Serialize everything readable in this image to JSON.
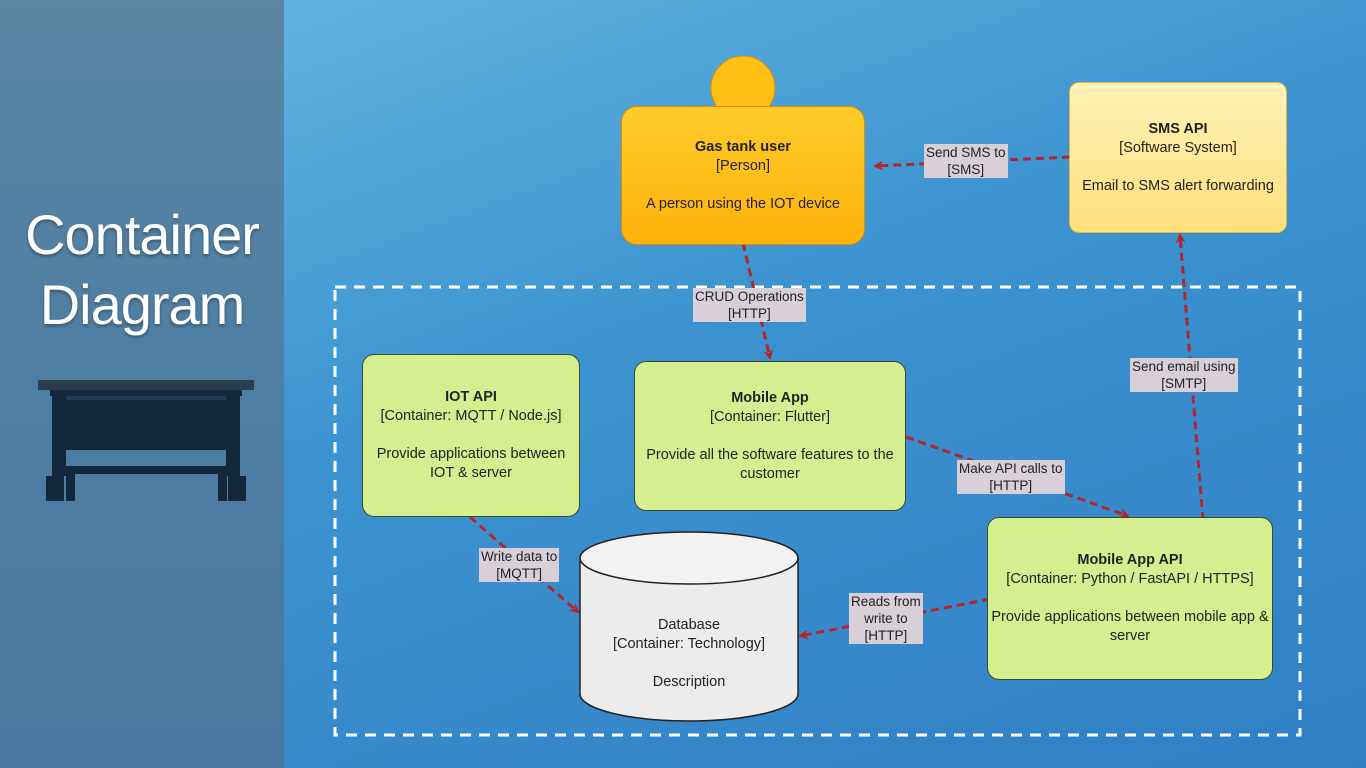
{
  "slide": {
    "title": "Container\nDiagram"
  },
  "colors": {
    "container": "#d5ee8f",
    "person": "#ffb20a",
    "external": "#ffdf7a",
    "arrow": "#b2262b",
    "background": "#3d93d0"
  },
  "nodes": {
    "person": {
      "name": "Gas tank user",
      "type": "[Person]",
      "desc": "A person using the IOT device"
    },
    "sms": {
      "name": "SMS API",
      "type": "[Software System]",
      "desc": "Email to SMS alert forwarding"
    },
    "iot": {
      "name": "IOT API",
      "type": "[Container: MQTT / Node.js]",
      "desc": "Provide applications between IOT & server"
    },
    "mobile": {
      "name": "Mobile App",
      "type": "[Container: Flutter]",
      "desc": "Provide all the software features to the customer"
    },
    "mobileapi": {
      "name": "Mobile App API",
      "type": "[Container: Python / FastAPI / HTTPS]",
      "desc": "Provide applications between mobile app & server"
    },
    "db": {
      "name": "Database",
      "type": "[Container: Technology]",
      "desc": "Description"
    }
  },
  "edges": {
    "sms_to_person": "Send SMS to\n[SMS]",
    "crud": "CRUD Operations\n[HTTP]",
    "send_email": "Send email using\n[SMTP]",
    "api_calls": "Make API calls to\n[HTTP]",
    "write_data": "Write data to\n[MQTT]",
    "reads": "Reads from\nwrite to\n[HTTP]"
  }
}
